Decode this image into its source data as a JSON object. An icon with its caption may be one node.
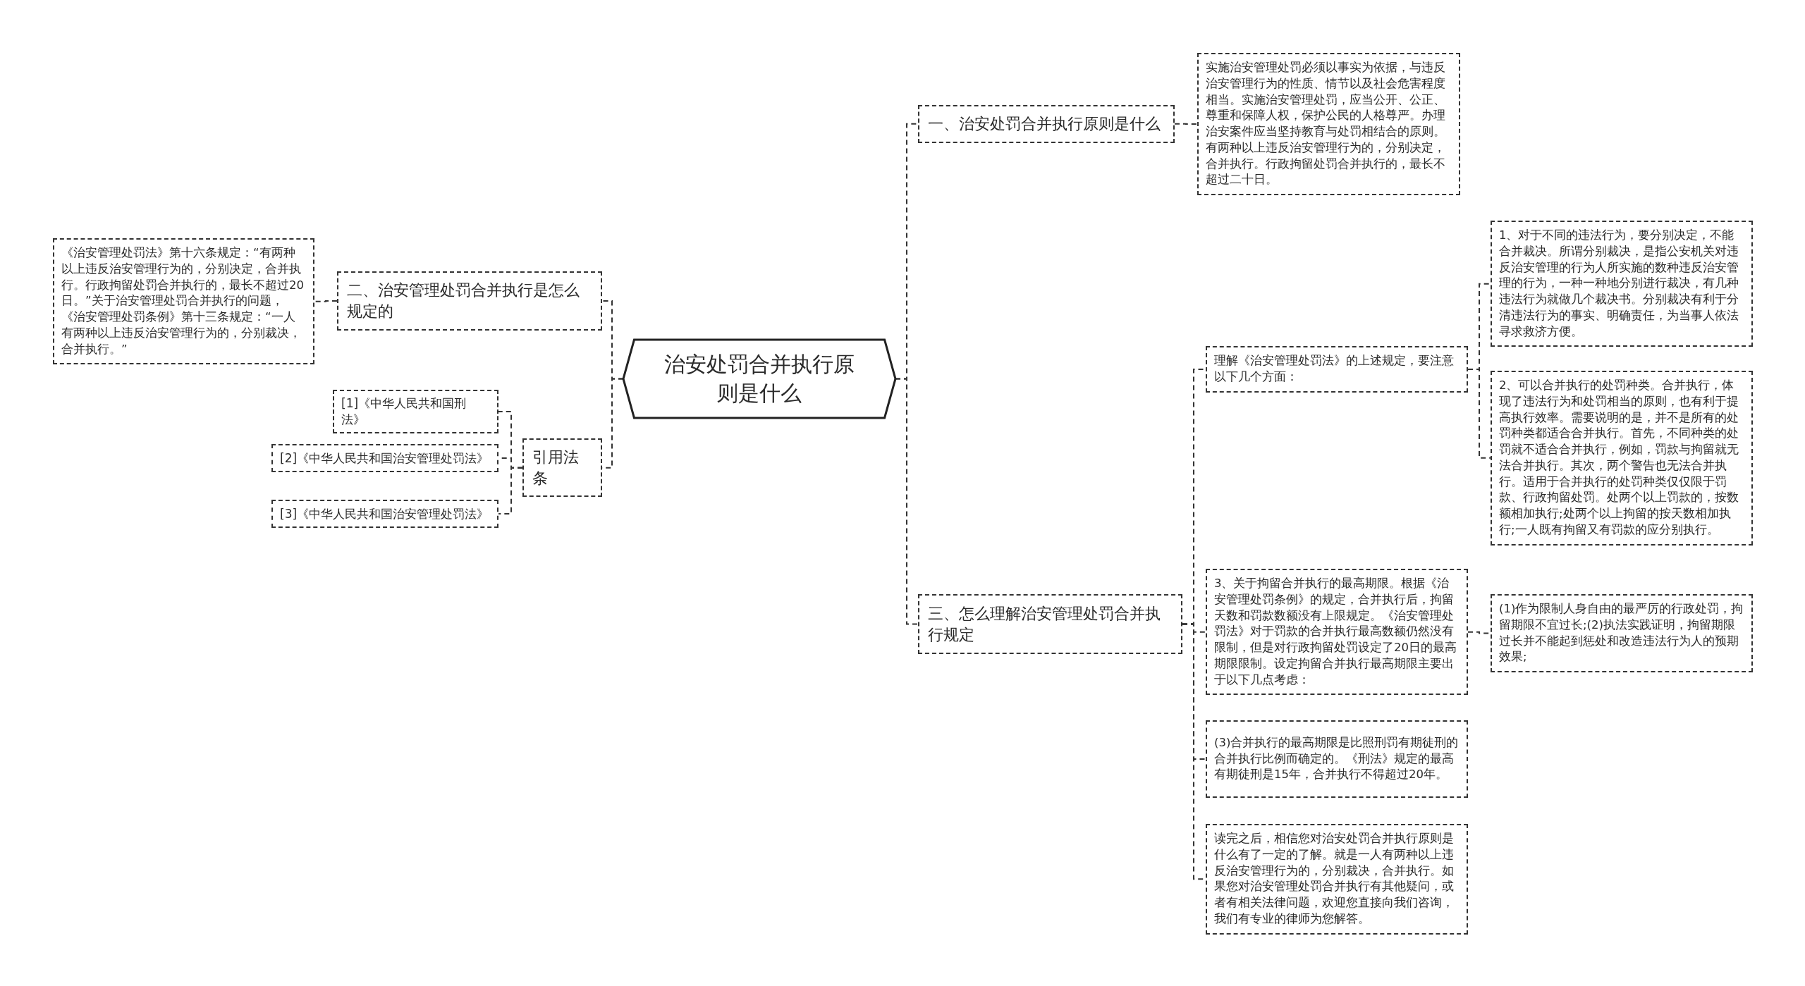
{
  "diagram": {
    "nodes": [
      {
        "text": [
          "治安处罚合并执行原则是什么"
        ]
      },
      {
        "text": [
          "一、治安处罚合并执行原则是什么"
        ]
      },
      {
        "text": [
          "实施治安管理处罚必须以事实为依据，与违反治安管理行为的性质、情节以及社会危害程度相当。实施治安管理处罚，应当公开、公正、尊重和保障人权，保护公民的人格尊严。办理治安案件应当坚持教育与处罚相结合的原则。有两种以上违反治安管理行为的，分别决定，合并执行。行政拘留处罚合并执行的，最长不超过二十日。"
        ]
      },
      {
        "text": [
          "二、治安管理处罚合并执行是怎么规定的"
        ]
      },
      {
        "text": [
          "《治安管理处罚法》第十六条规定：“有两种以上违反治安管理行为的，分别决定，合并执行。行政拘留处罚合并执行的，最长不超过20日。”关于治安管理处罚合并执行的问题，《治安管理处罚条例》第十三条规定：“一人有两种以上违反治安管理行为的，分别裁决，合并执行。”"
        ]
      },
      {
        "text": [
          "引用法条"
        ]
      },
      {
        "text": [
          "[1]《中华人民共和国刑法》"
        ]
      },
      {
        "text": [
          "[2]《中华人民共和国治安管理处罚法》"
        ]
      },
      {
        "text": [
          "[3]《中华人民共和国治安管理处罚法》"
        ]
      },
      {
        "text": [
          "三、怎么理解治安管理处罚合并执行规定"
        ]
      },
      {
        "text": [
          "理解《治安管理处罚法》的上述规定，要注意以下几个方面："
        ]
      },
      {
        "text": [
          "1、对于不同的违法行为，要分别决定，不能合并裁决。所谓分别裁决，是指公安机关对违反治安管理的行为人所实施的数种违反治安管理的行为，一种一种地分别进行裁决，有几种违法行为就做几个裁决书。分别裁决有利于分清违法行为的事实、明确责任，为当事人依法寻求救济方便。"
        ]
      },
      {
        "text": [
          "2、可以合并执行的处罚种类。合并执行，体现了违法行为和处罚相当的原则，也有利于提高执行效率。需要说明的是，并不是所有的处罚种类都适合合并执行。首先，不同种类的处罚就不适合合并执行，例如，罚款与拘留就无法合并执行。其次，两个警告也无法合并执行。适用于合并执行的处罚种类仅仅限于罚款、行政拘留处罚。处两个以上罚款的，按数额相加执行;处两个以上拘留的按天数相加执行;一人既有拘留又有罚款的应分别执行。"
        ]
      },
      {
        "text": [
          "3、关于拘留合并执行的最高期限。根据《治安管理处罚条例》的规定，合并执行后，拘留天数和罚款数额没有上限规定。《治安管理处罚法》对于罚款的合并执行最高数额仍然没有限制，但是对行政拘留处罚设定了20日的最高期限限制。设定拘留合并执行最高期限主要出于以下几点考虑："
        ]
      },
      {
        "text": [
          "(1)作为限制人身自由的最严厉的行政处罚，拘留期限不宜过长;(2)执法实践证明，拘留期限过长并不能起到惩处和改造违法行为人的预期效果;"
        ]
      },
      {
        "text": [
          "(3)合并执行的最高期限是比照刑罚有期徒刑的合并执行比例而确定的。《刑法》规定的最高有期徒刑是15年，合并执行不得超过20年。"
        ]
      },
      {
        "text": [
          "读完之后，相信您对治安处罚合并执行原则是什么有了一定的了解。就是一人有两种以上违反治安管理行为的，分别裁决，合并执行。如果您对治安管理处罚合并执行有其他疑问，或者有相关法律问题，欢迎您直接向我们咨询，我们有专业的律师为您解答。"
        ]
      }
    ],
    "edges": [
      {
        "from": 0,
        "to": 1,
        "arrow": "none"
      },
      {
        "from": 1,
        "to": 2,
        "arrow": "none"
      },
      {
        "from": 0,
        "to": 3,
        "arrow": "none"
      },
      {
        "from": 3,
        "to": 4,
        "arrow": "none"
      },
      {
        "from": 0,
        "to": 5,
        "arrow": "none"
      },
      {
        "from": 5,
        "to": 6,
        "arrow": "none"
      },
      {
        "from": 5,
        "to": 7,
        "arrow": "none"
      },
      {
        "from": 5,
        "to": 8,
        "arrow": "none"
      },
      {
        "from": 0,
        "to": 9,
        "arrow": "none"
      },
      {
        "from": 9,
        "to": 10,
        "arrow": "none"
      },
      {
        "from": 10,
        "to": 11,
        "arrow": "none"
      },
      {
        "from": 10,
        "to": 12,
        "arrow": "none"
      },
      {
        "from": 9,
        "to": 13,
        "arrow": "none"
      },
      {
        "from": 13,
        "to": 14,
        "arrow": "none"
      },
      {
        "from": 9,
        "to": 15,
        "arrow": "none"
      },
      {
        "from": 9,
        "to": 16,
        "arrow": "none"
      }
    ]
  }
}
